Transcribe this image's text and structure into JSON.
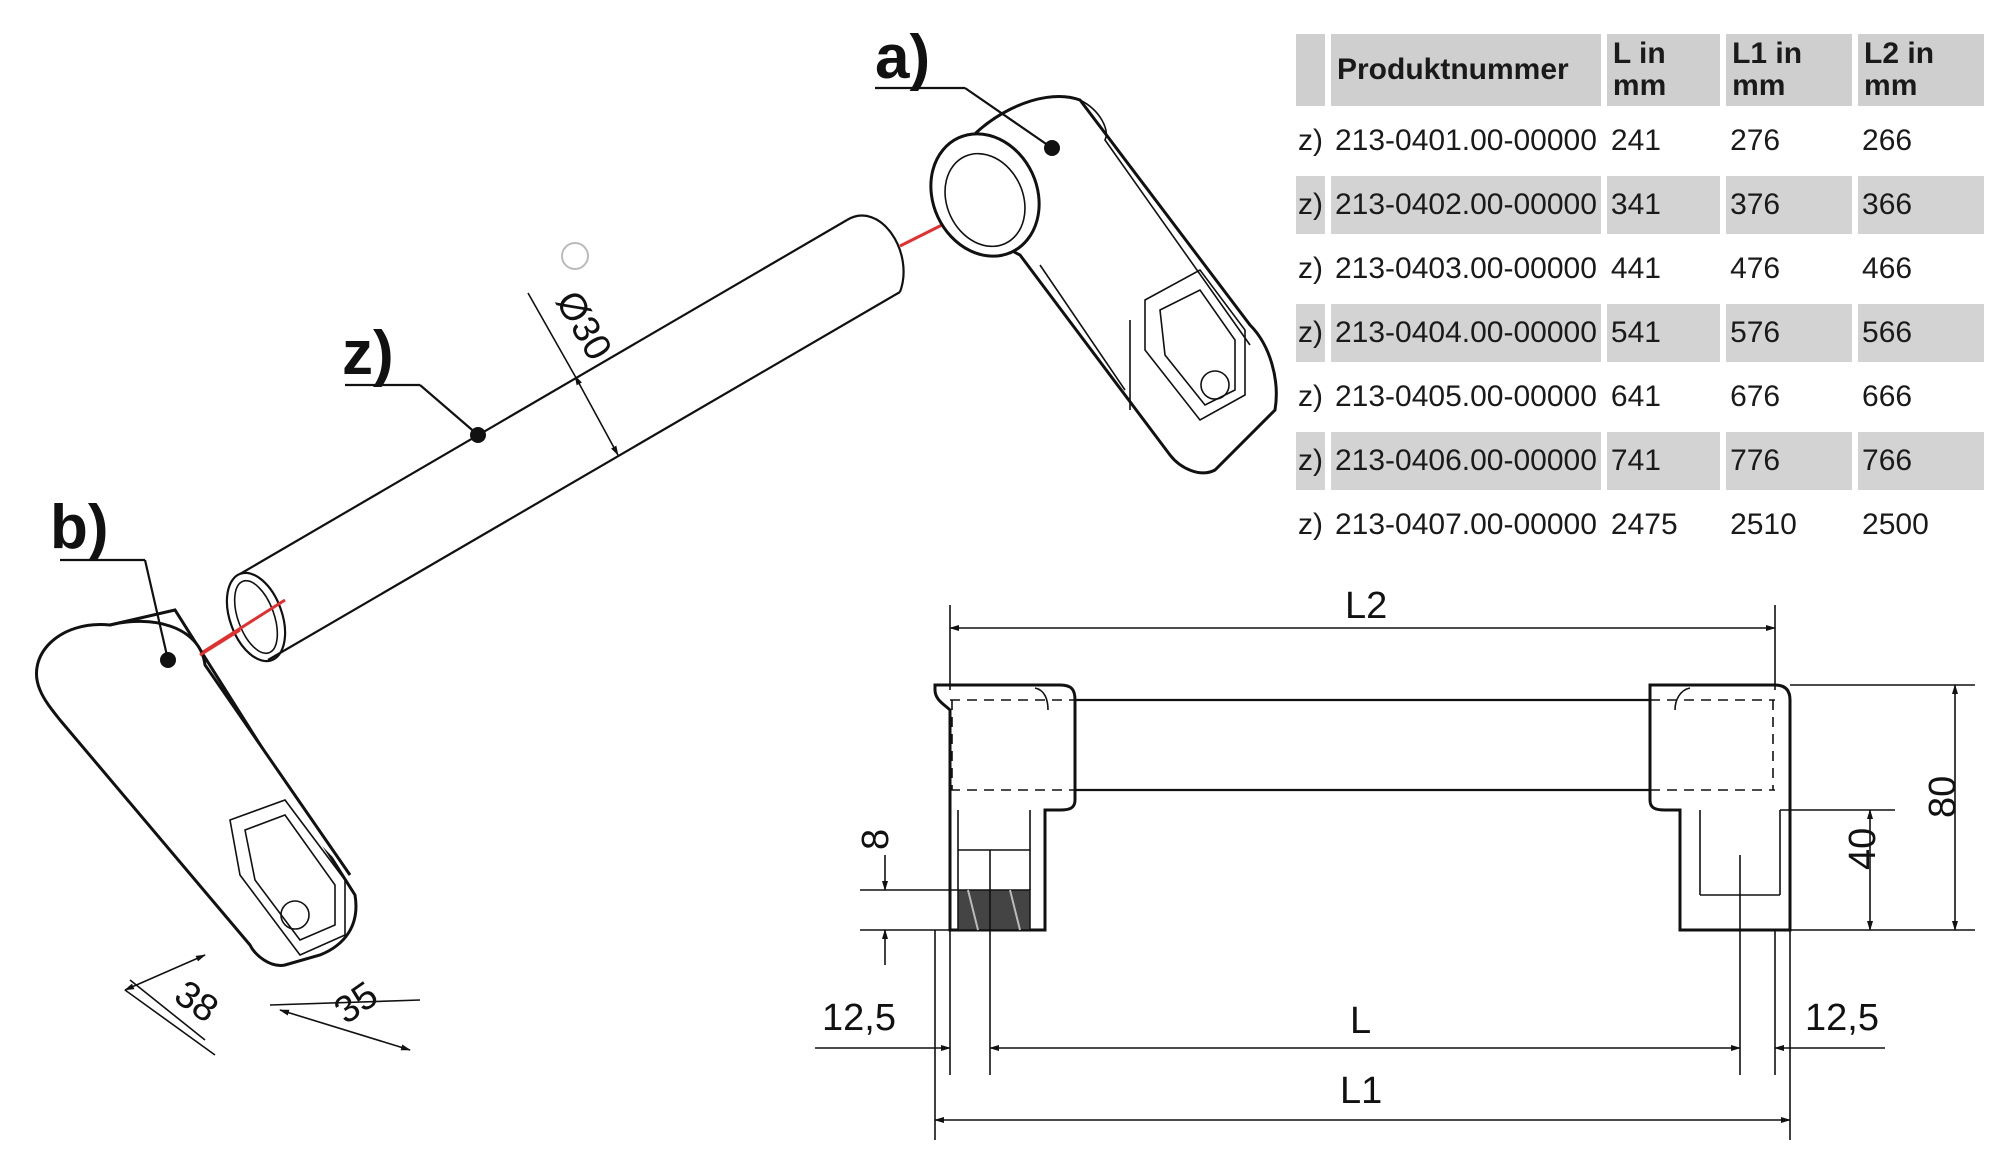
{
  "callouts": {
    "a": "a)",
    "b": "b)",
    "z": "z)"
  },
  "iso_dims": {
    "diameter": "Ø30",
    "width_38": "38",
    "width_35": "35"
  },
  "front_dims": {
    "L2": "L2",
    "L": "L",
    "L1": "L1",
    "left_offset": "12,5",
    "right_offset": "12,5",
    "height_80": "80",
    "height_40": "40",
    "thread_8": "8"
  },
  "table": {
    "headers": {
      "product": "Produktnummer",
      "L": "L in mm",
      "L1": "L1 in mm",
      "L2": "L2 in mm"
    },
    "rows": [
      {
        "prefix": "z)",
        "product": "213-0401.00-00000",
        "L": "241",
        "L1": "276",
        "L2": "266"
      },
      {
        "prefix": "z)",
        "product": "213-0402.00-00000",
        "L": "341",
        "L1": "376",
        "L2": "366"
      },
      {
        "prefix": "z)",
        "product": "213-0403.00-00000",
        "L": "441",
        "L1": "476",
        "L2": "466"
      },
      {
        "prefix": "z)",
        "product": "213-0404.00-00000",
        "L": "541",
        "L1": "576",
        "L2": "566"
      },
      {
        "prefix": "z)",
        "product": "213-0405.00-00000",
        "L": "641",
        "L1": "676",
        "L2": "666"
      },
      {
        "prefix": "z)",
        "product": "213-0406.00-00000",
        "L": "741",
        "L1": "776",
        "L2": "766"
      },
      {
        "prefix": "z)",
        "product": "213-0407.00-00000",
        "L": "2475",
        "L1": "2510",
        "L2": "2500"
      }
    ]
  }
}
